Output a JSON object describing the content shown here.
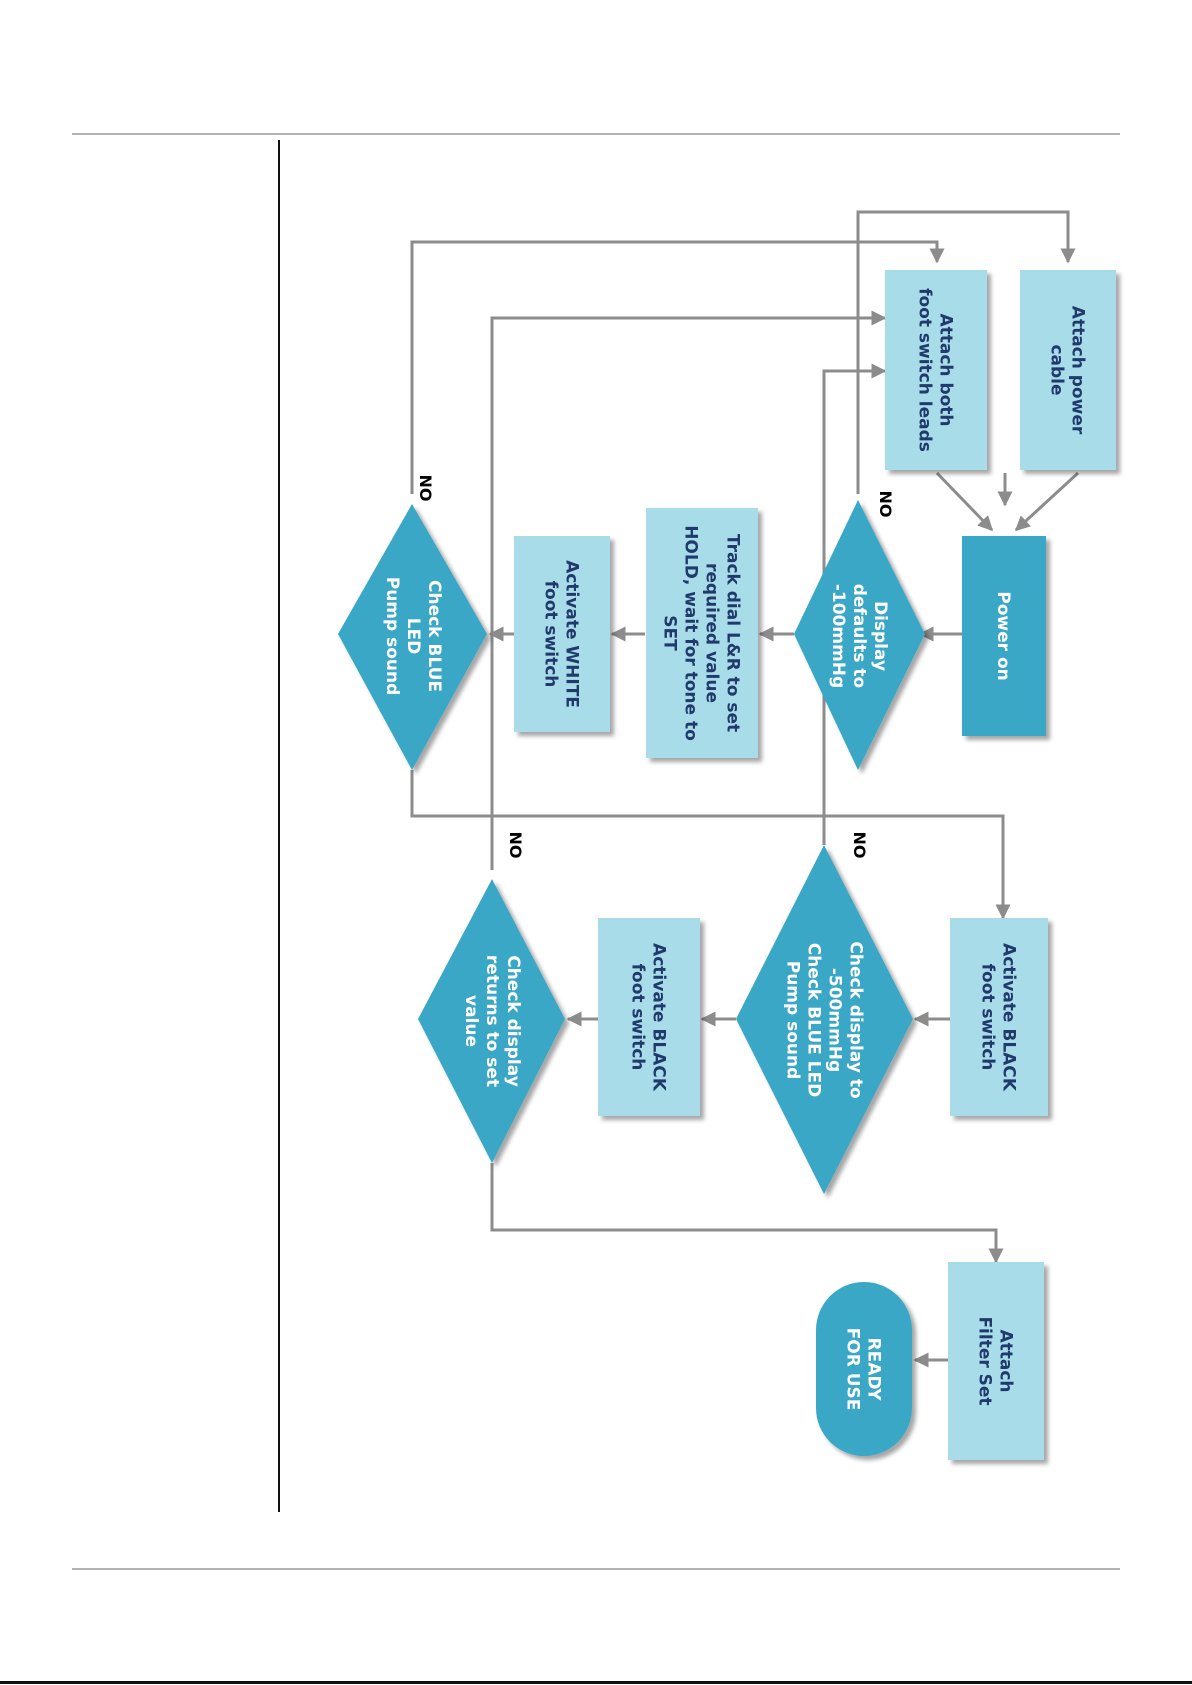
{
  "colors": {
    "light_box": "#a8dce8",
    "dark_box": "#3aa7c6",
    "diamond": "#3aa7c6",
    "text_dark": "#1f3a6b",
    "text_light": "#ffffff",
    "connector": "#8c8c8c"
  },
  "flowchart": {
    "nodes": [
      {
        "id": "attach-power-cable",
        "lines": [
          "Attach power",
          "cable"
        ]
      },
      {
        "id": "attach-foot-switch-leads",
        "lines": [
          "Attach both",
          "foot switch leads"
        ]
      },
      {
        "id": "power-on",
        "lines": [
          "Power on"
        ]
      },
      {
        "id": "display-defaults",
        "lines": [
          "Display",
          "defaults to",
          "-100mmHg"
        ]
      },
      {
        "id": "track-dial",
        "lines": [
          "Track dial L&R to set",
          "required value",
          "HOLD, wait for tone to",
          "SET"
        ]
      },
      {
        "id": "activate-white",
        "lines": [
          "Activate WHITE",
          "foot switch"
        ]
      },
      {
        "id": "check-blue-led",
        "lines": [
          "Check BLUE",
          "LED",
          "Pump sound"
        ]
      },
      {
        "id": "activate-black-1",
        "lines": [
          "Activate BLACK",
          "foot switch"
        ]
      },
      {
        "id": "check-display-500",
        "lines": [
          "Check display to",
          "-500mmHg",
          "Check BLUE LED",
          "Pump sound"
        ]
      },
      {
        "id": "activate-black-2",
        "lines": [
          "Activate BLACK",
          "foot switch"
        ]
      },
      {
        "id": "check-returns",
        "lines": [
          "Check display",
          "returns to set",
          "value"
        ]
      },
      {
        "id": "attach-filter-set",
        "lines": [
          "Attach",
          "Filter Set"
        ]
      },
      {
        "id": "ready-for-use",
        "lines": [
          "READY",
          "FOR USE"
        ]
      }
    ],
    "no_labels": [
      "NO",
      "NO",
      "NO",
      "NO"
    ]
  }
}
